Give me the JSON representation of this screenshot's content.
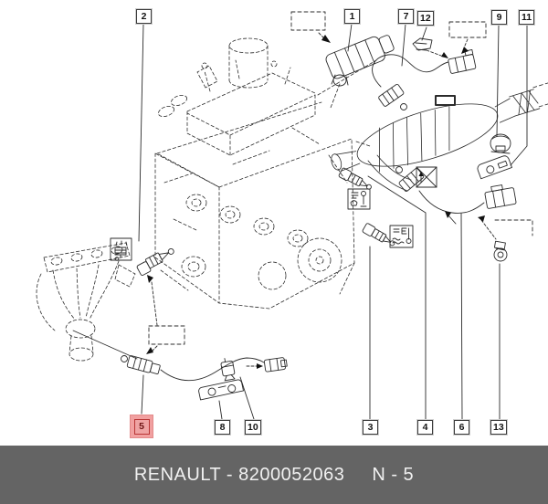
{
  "footer": {
    "caption": "RENAULT - 8200052063",
    "brand": "RENAULT",
    "part_number": "8200052063",
    "page_ref": "N - 5"
  },
  "callouts": [
    {
      "num": "1"
    },
    {
      "num": "2"
    },
    {
      "num": "3"
    },
    {
      "num": "4"
    },
    {
      "num": "5",
      "selected": true
    },
    {
      "num": "6"
    },
    {
      "num": "7"
    },
    {
      "num": "8"
    },
    {
      "num": "9"
    },
    {
      "num": "10"
    },
    {
      "num": "11"
    },
    {
      "num": "12"
    },
    {
      "num": "13"
    }
  ],
  "icons": {
    "pictogram_engine": "piston-spark-pictogram-icon",
    "pictogram_key": "key-level-pictogram-icon",
    "pictogram_temp": "coolant-temperature-pictogram-icon",
    "crossed_box": "crossed-out-box-icon",
    "blank_box": "blank-reference-box-icon"
  },
  "colors": {
    "highlight_fill": "#f1a0a0",
    "highlight_border": "#b93636",
    "footer_bg": "#646464",
    "footer_text": "#f1f1f1",
    "line": "#2b2b2b"
  }
}
